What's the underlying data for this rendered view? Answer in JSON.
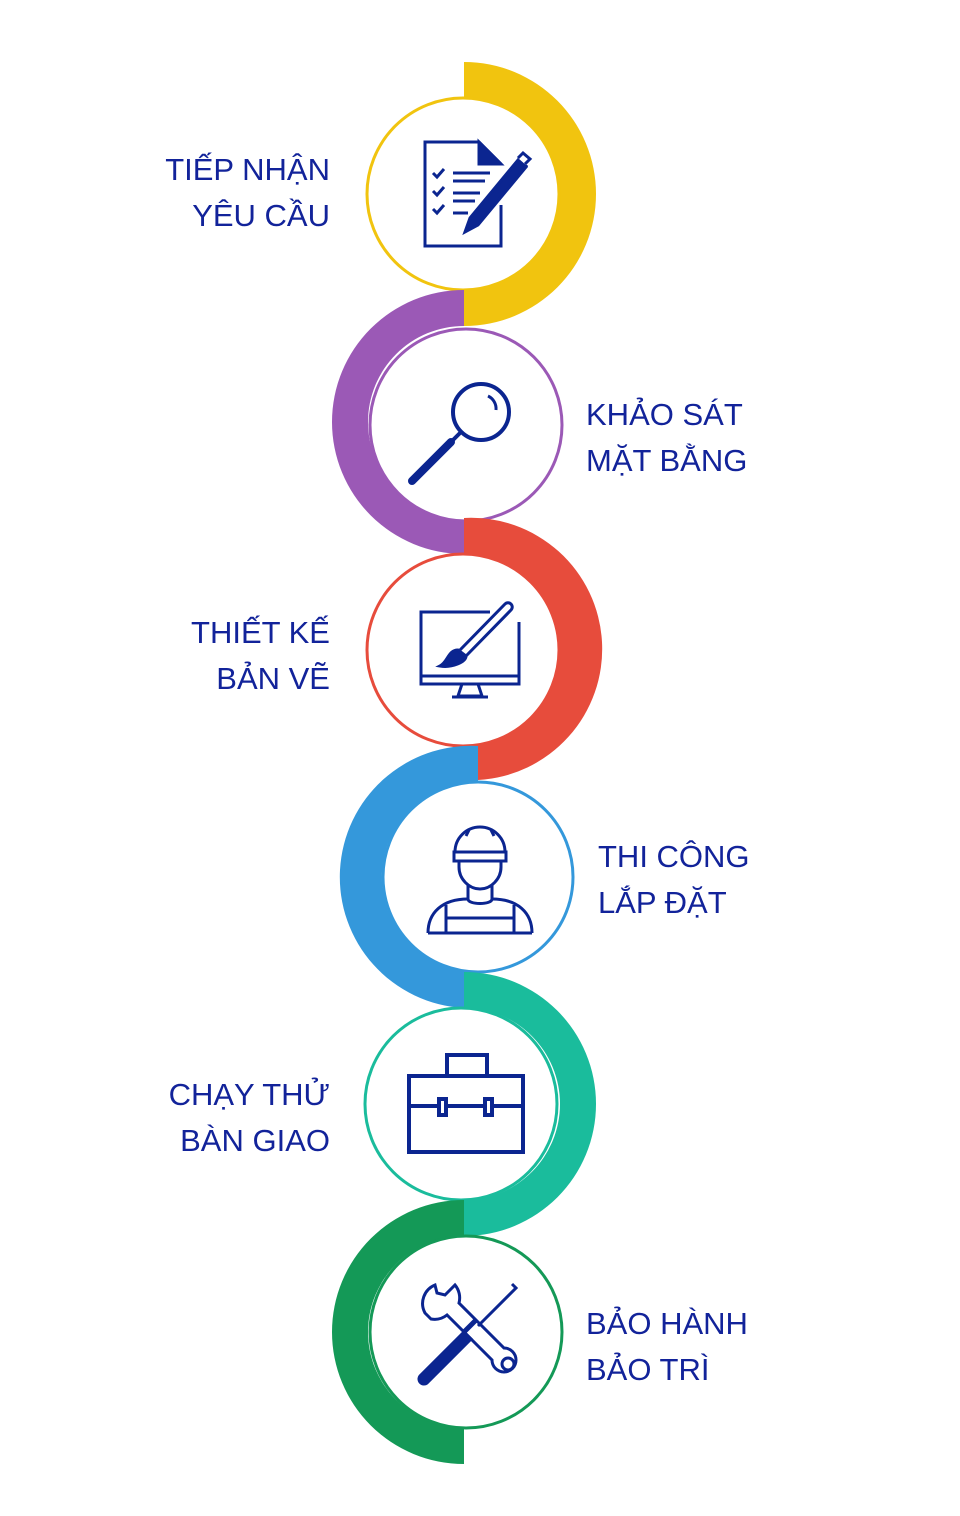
{
  "colors": {
    "text": "#12239a",
    "icon": "#0b2590",
    "steps": [
      "#f1c40f",
      "#9b59b6",
      "#e74c3c",
      "#3498db",
      "#1abc9c",
      "#149957"
    ]
  },
  "steps": [
    {
      "line1": "TIẾP NHẬN",
      "line2": "YÊU CẦU",
      "icon": "checklist-pen-icon"
    },
    {
      "line1": "KHẢO SÁT",
      "line2": "MẶT BẰNG",
      "icon": "magnifier-icon"
    },
    {
      "line1": "THIẾT KẾ",
      "line2": "BẢN VẼ",
      "icon": "monitor-brush-icon"
    },
    {
      "line1": "THI CÔNG",
      "line2": "LẮP ĐẶT",
      "icon": "worker-icon"
    },
    {
      "line1": "CHẠY THỬ",
      "line2": "BÀN GIAO",
      "icon": "toolbox-icon"
    },
    {
      "line1": "BẢO HÀNH",
      "line2": "BẢO TRÌ",
      "icon": "wrench-screwdriver-icon"
    }
  ]
}
